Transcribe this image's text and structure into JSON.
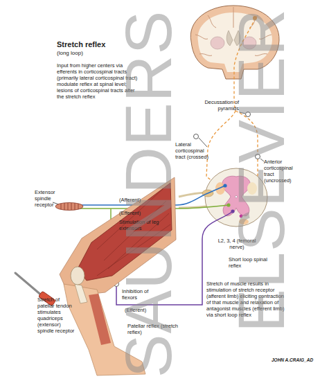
{
  "diagram": {
    "title": "Stretch reflex",
    "labels": [
      "(long loop)",
      "Input from higher centers via efferents in corticospinal tracts (primarily lateral corticospinal tract) modulate reflex at spinal level; lesions of corticospinal tracts alter the stretch reflex",
      "Decussation of pyramids",
      "Anterior corticospinal tract (uncrossed)",
      "Lateral corticospinal tract (crossed)",
      "Extensor spindle receptor",
      "(Afferent)",
      "(Efferent)",
      "Stimulation of leg extensors",
      "L2, 3, 4 (femoral nerve)",
      "Short loop spinal reflex",
      "Inhibition of flexors",
      "(Efferent)",
      "Patellar reflex (stretch reflex)",
      "Stretch of patellar tendon stimulates quadriceps (extensor) spindle receptor",
      "Stretch of muscle results in stimulation of stretch receptor (afferent limb) eliciting contraction of that muscle and relaxation of antagonist muscles (efferent limb) via short loop reflex",
      "JOHN A.CRAIG_AD",
      "SAUNDERS",
      "ELSEVIER"
    ]
  }
}
